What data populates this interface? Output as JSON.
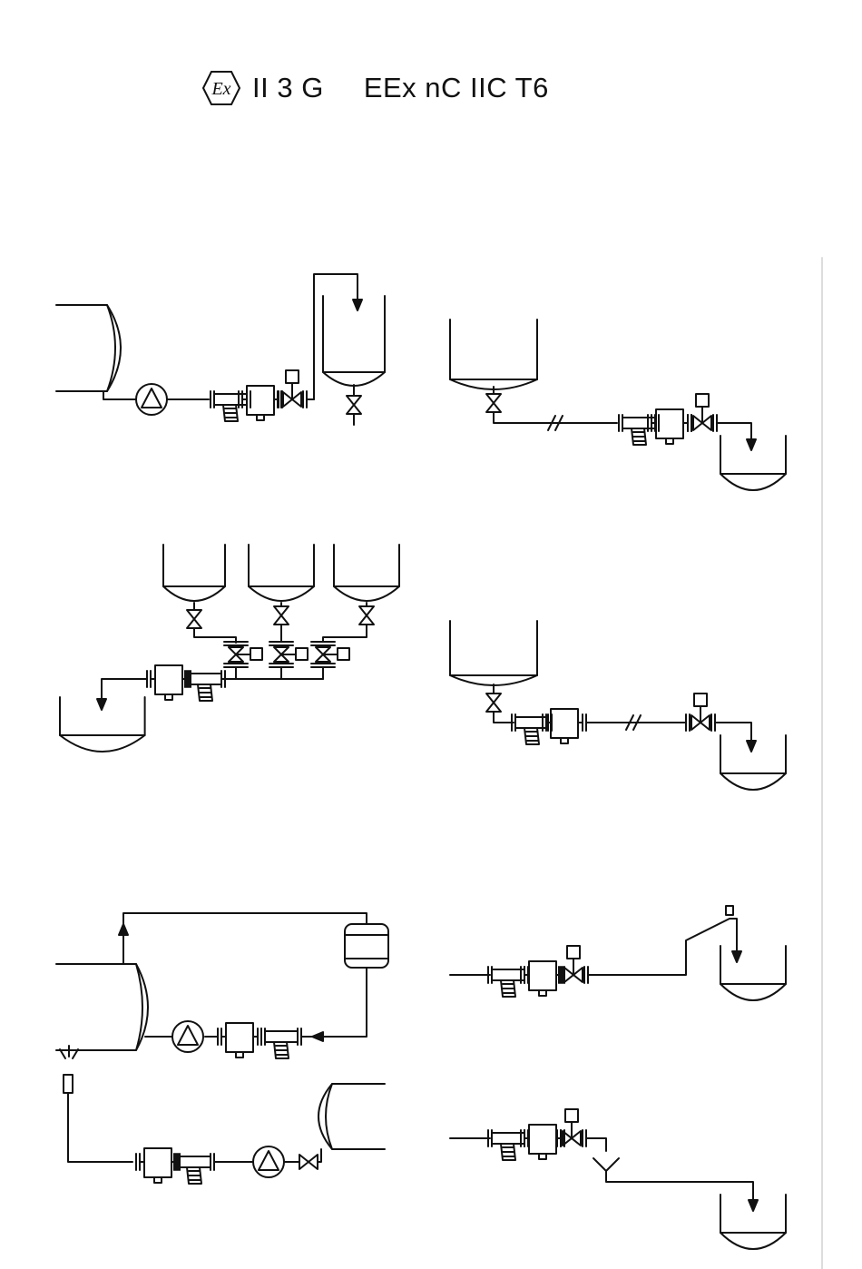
{
  "header": {
    "ex_mark": "Ex",
    "group": "II 3 G",
    "protection": "EEx nC IIC T6"
  },
  "schematics": [
    "tank-pump-filter-valve-to-open-vessel",
    "hopper-valve-line-filter-solenoid-to-basin",
    "three-hoppers-solenoid-manifold-to-basin",
    "hopper-filter-line-solenoid-to-basin",
    "tank-loop-pump-filter-accumulator",
    "line-filter-solenoid-riser-to-basin",
    "drip-line-filter-pump-to-tank",
    "line-filter-solenoid-funnel-to-basin"
  ]
}
